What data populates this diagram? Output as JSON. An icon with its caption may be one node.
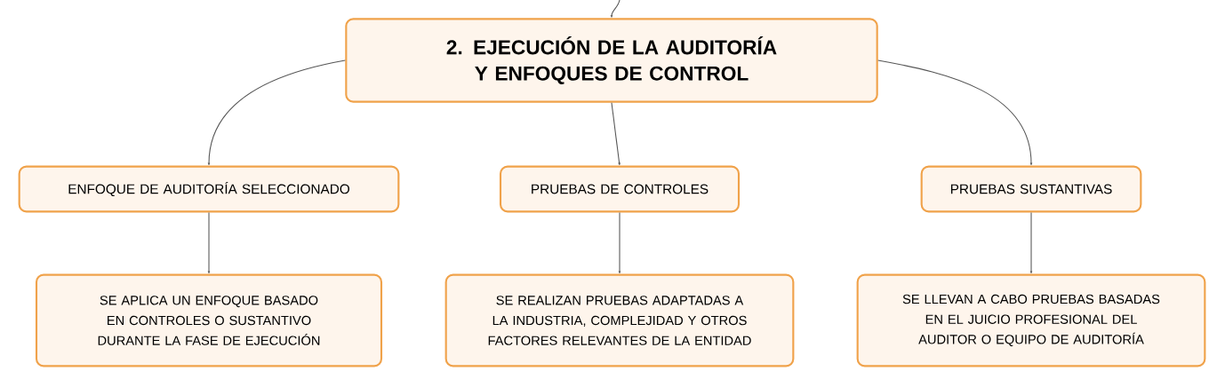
{
  "diagram": {
    "nodes": [
      {
        "text": [
          "2. EJECUCIÓN DE LA AUDITORÍA Y ENFOQUES DE CONTROL"
        ]
      },
      {
        "text": [
          "ENFOQUE DE AUDITORÍA SELECCIONADO"
        ]
      },
      {
        "text": [
          "PRUEBAS DE CONTROLES"
        ]
      },
      {
        "text": [
          "PRUEBAS SUSTANTIVAS"
        ]
      },
      {
        "text": [
          "SE APLICA UN ENFOQUE BASADO EN CONTROLES O SUSTANTIVO DURANTE LA FASE DE EJECUCIÓN"
        ]
      },
      {
        "text": [
          "SE REALIZAN PRUEBAS ADAPTADAS A LA INDUSTRIA, COMPLEJIDAD Y OTROS FACTORES RELEVANTES DE LA ENTIDAD"
        ]
      },
      {
        "text": [
          "SE LLEVAN A CABO PRUEBAS BASADAS EN EL JUICIO PROFESIONAL DEL AUDITOR O EQUIPO DE AUDITORÍA"
        ]
      }
    ],
    "edges": [
      {
        "from": null,
        "to": 0,
        "arrow": "to"
      },
      {
        "from": 0,
        "to": 1,
        "arrow": "to"
      },
      {
        "from": 0,
        "to": 2,
        "arrow": "to"
      },
      {
        "from": 0,
        "to": 3,
        "arrow": "to"
      },
      {
        "from": 1,
        "to": 4,
        "arrow": "to"
      },
      {
        "from": 2,
        "to": 5,
        "arrow": "to"
      },
      {
        "from": 3,
        "to": 6,
        "arrow": "to"
      }
    ]
  }
}
